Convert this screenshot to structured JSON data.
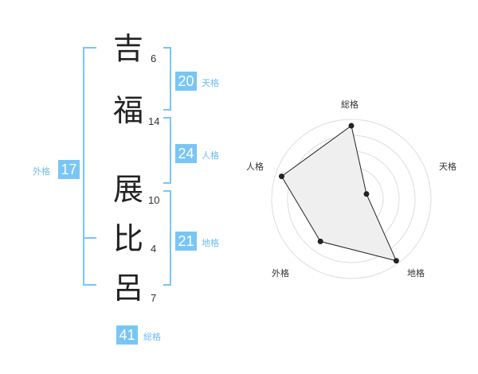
{
  "name_chars": [
    {
      "char": "吉",
      "strokes": "6"
    },
    {
      "char": "福",
      "strokes": "14"
    },
    {
      "char": "展",
      "strokes": "10"
    },
    {
      "char": "比",
      "strokes": "4"
    },
    {
      "char": "呂",
      "strokes": "7"
    }
  ],
  "kaku": {
    "tenkaku": {
      "value": "20",
      "label": "天格"
    },
    "jinkaku": {
      "value": "24",
      "label": "人格"
    },
    "chikaku": {
      "value": "21",
      "label": "地格"
    },
    "gaikaku": {
      "value": "17",
      "label": "外格"
    },
    "soukaku": {
      "value": "41",
      "label": "総格"
    }
  },
  "colors": {
    "accent": "#79c6f6",
    "bracket": "#79c6f6",
    "radar_fill": "#efefef",
    "radar_line": "#222222"
  },
  "chart_data": {
    "type": "radar",
    "axes": [
      "総格",
      "天格",
      "地格",
      "外格",
      "人格"
    ],
    "max": 5,
    "rings": 5,
    "series": [
      {
        "values": [
          4.6,
          1.0,
          4.8,
          3.3,
          4.6
        ]
      }
    ]
  }
}
